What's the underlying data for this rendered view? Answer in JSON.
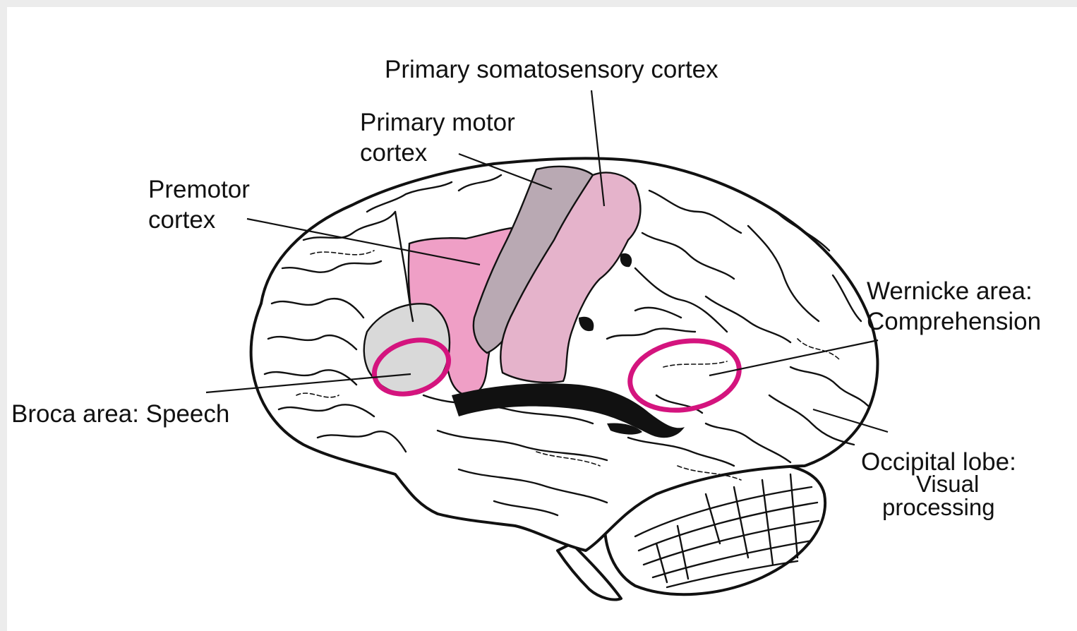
{
  "labels": {
    "somatosensory": "Primary somatosensory cortex",
    "motor_line1": "Primary motor",
    "motor_line2": "cortex",
    "premotor_line1": "Premotor",
    "premotor_line2": "cortex",
    "broca": "Broca area: Speech",
    "wernicke_line1": "Wernicke area:",
    "wernicke_line2": "Comprehension",
    "occipital_line1": "Occipital lobe:",
    "occipital_line2": "Visual",
    "occipital_line3": "processing"
  },
  "colors": {
    "premotor_region": "#ef9fc6",
    "motor_region": "#b9a9b3",
    "somatosensory_region": "#e5b3cb",
    "broca_region": "#d9d9d9",
    "area_ring": "#d4147e"
  }
}
